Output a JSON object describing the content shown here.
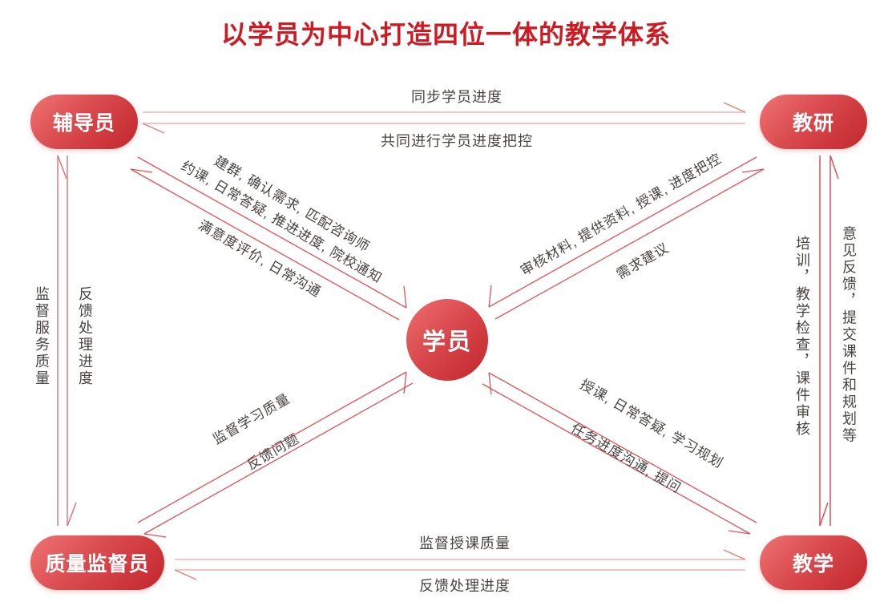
{
  "title": "以学员为中心打造四位一体的教学体系",
  "nodes": {
    "center": "学员",
    "top_left": "辅导员",
    "top_right": "教研",
    "bottom_left": "质量监督员",
    "bottom_right": "教学"
  },
  "edges": {
    "top": {
      "to_right": "同步学员进度",
      "to_left": "共同进行学员进度把控"
    },
    "bottom": {
      "to_right": "监督授课质量",
      "to_left": "反馈处理进度"
    },
    "left": {
      "up": "监督服务质量",
      "down": "反馈处理进度"
    },
    "right": {
      "down": "培训，教学检查，课件审核",
      "up": "意见反馈，提交课件和规划等"
    },
    "tl_diag": {
      "to_center_line1": "建群, 确认需求, 匹配咨询师",
      "to_center_line2": "约课, 日常答疑, 推进进度, 院校通知",
      "to_corner": "满意度评价, 日常沟通"
    },
    "tr_diag": {
      "to_center": "审核材料, 提供资料, 授课, 进度把控",
      "to_corner": "需求建议"
    },
    "bl_diag": {
      "to_center": "监督学习质量",
      "to_corner": "反馈问题"
    },
    "br_diag": {
      "to_center": "授课, 日常答疑, 学习规划",
      "to_corner": "任务进度沟通, 提问"
    }
  },
  "colors": {
    "title_red": "#ce1a22",
    "node_gradient_start": "#ef7374",
    "node_gradient_end": "#c2272c",
    "diagonal_line": "#e05156",
    "horizontal_line": "#f2c7c1",
    "horizontal_barb": "#dd837a",
    "left_vertical_line": "#ea9aa0",
    "right_vertical_line": "#e14d52",
    "label_text": "#4a4440"
  }
}
